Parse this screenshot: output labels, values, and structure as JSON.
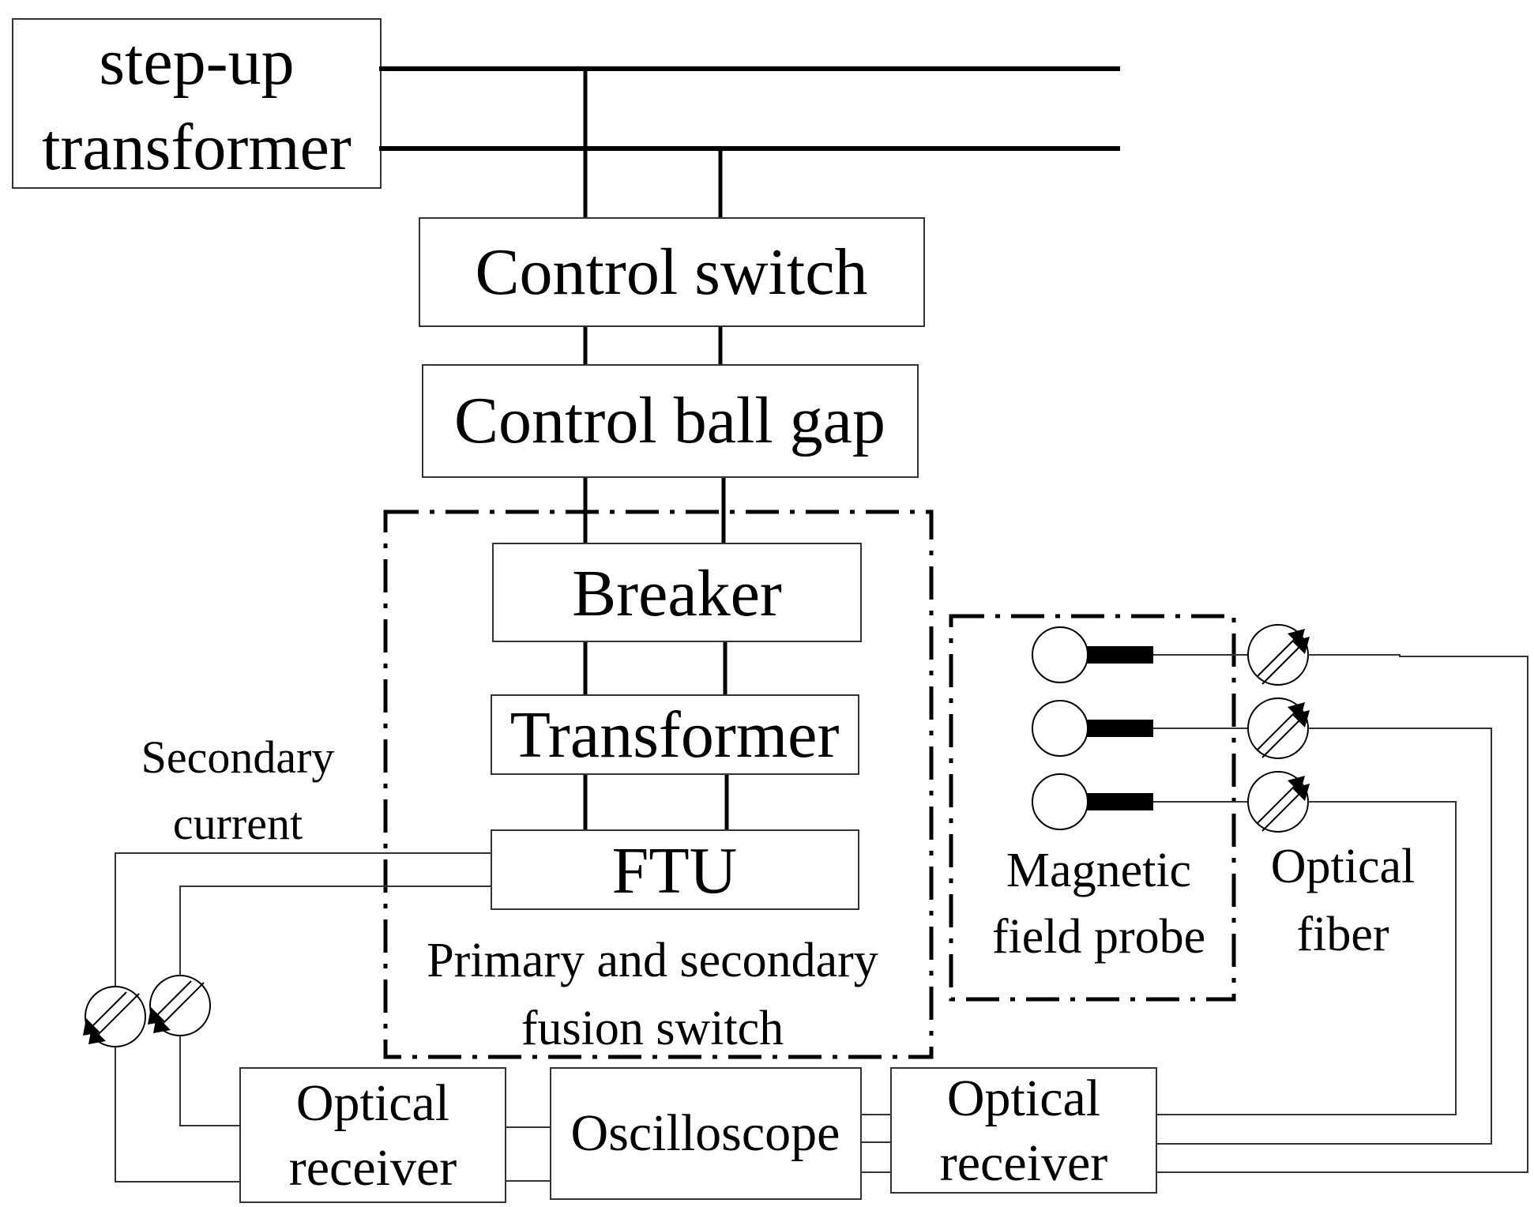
{
  "labels": {
    "step_up_line1": "step-up",
    "step_up_line2": "transformer",
    "control_switch": "Control switch",
    "control_ball_gap": "Control ball gap",
    "breaker": "Breaker",
    "transformer": "Transformer",
    "ftu": "FTU",
    "fusion_line1": "Primary and secondary",
    "fusion_line2": "fusion switch",
    "secondary_line1": "Secondary",
    "secondary_line2": "current",
    "probe_line1": "Magnetic",
    "probe_line2": "field probe",
    "fiber_line1": "Optical",
    "fiber_line2": "fiber",
    "receiver_left_line1": "Optical",
    "receiver_left_line2": "receiver",
    "oscilloscope": "Oscilloscope",
    "receiver_right_line1": "Optical",
    "receiver_right_line2": "receiver"
  }
}
